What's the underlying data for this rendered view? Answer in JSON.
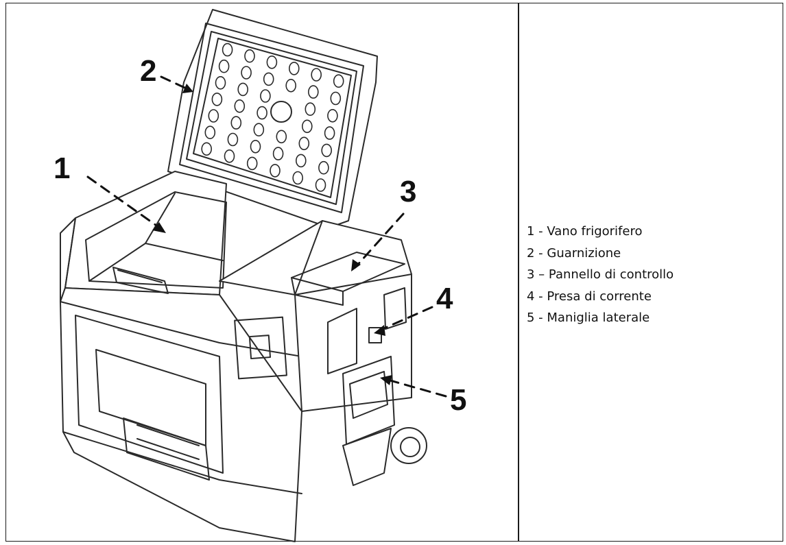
{
  "callouts": [
    "1",
    "2",
    "3",
    "4",
    "5"
  ],
  "legend": [
    "1 - Vano frigorifero",
    "2 - Guarnizione",
    "3 – Pannello di controllo",
    "4 - Presa di corrente",
    "5 - Maniglia laterale"
  ]
}
